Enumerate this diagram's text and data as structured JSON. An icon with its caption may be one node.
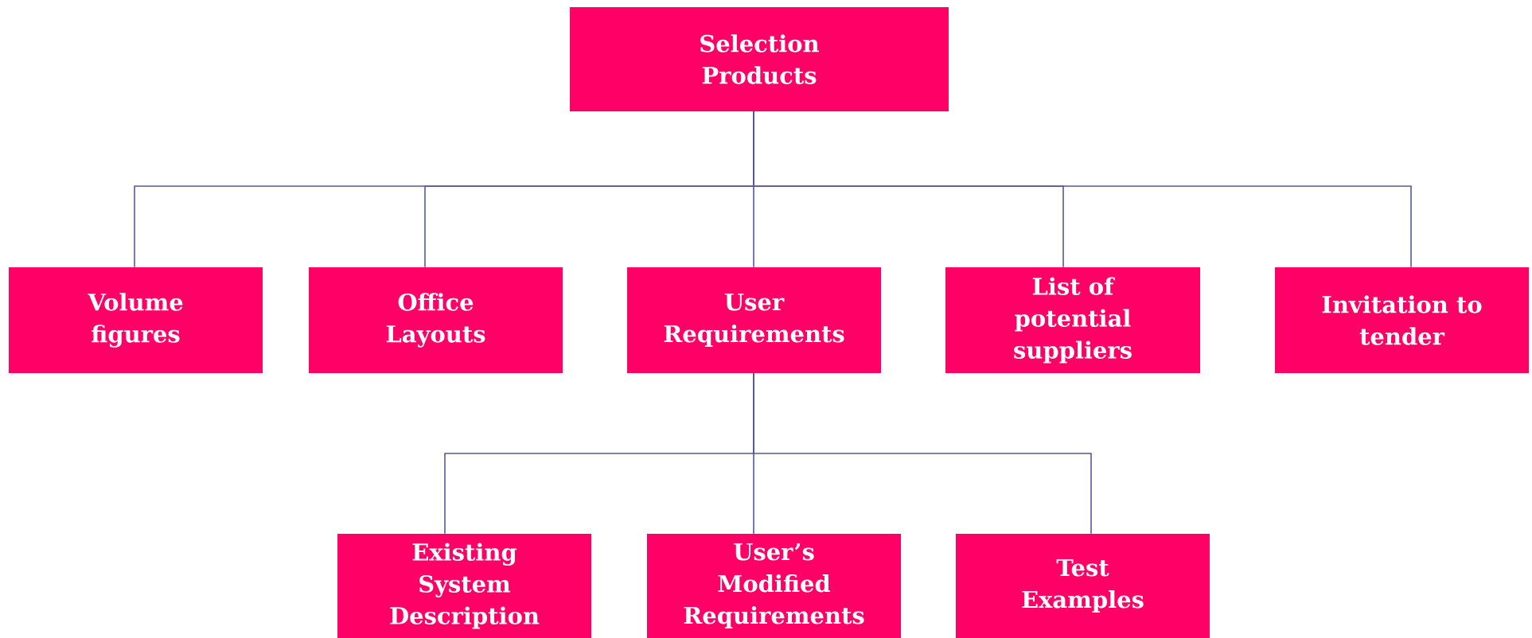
{
  "diagram": {
    "nodes": [
      {
        "text": [
          "Selection Products"
        ]
      },
      {
        "text": [
          "Volume figures"
        ]
      },
      {
        "text": [
          "Office Layouts"
        ]
      },
      {
        "text": [
          "User Requirements"
        ]
      },
      {
        "text": [
          "List of potential suppliers"
        ]
      },
      {
        "text": [
          "Invitation to tender"
        ]
      },
      {
        "text": [
          "Existing System Description"
        ]
      },
      {
        "text": [
          "User’s Modified Requirements"
        ]
      },
      {
        "text": [
          "Test Examples"
        ]
      }
    ],
    "edges": [
      {
        "from": 0,
        "to": 1,
        "arrow": "none"
      },
      {
        "from": 0,
        "to": 2,
        "arrow": "none"
      },
      {
        "from": 0,
        "to": 3,
        "arrow": "none"
      },
      {
        "from": 0,
        "to": 4,
        "arrow": "none"
      },
      {
        "from": 0,
        "to": 5,
        "arrow": "none"
      },
      {
        "from": 3,
        "to": 6,
        "arrow": "none"
      },
      {
        "from": 3,
        "to": 7,
        "arrow": "none"
      },
      {
        "from": 3,
        "to": 8,
        "arrow": "none"
      }
    ]
  }
}
